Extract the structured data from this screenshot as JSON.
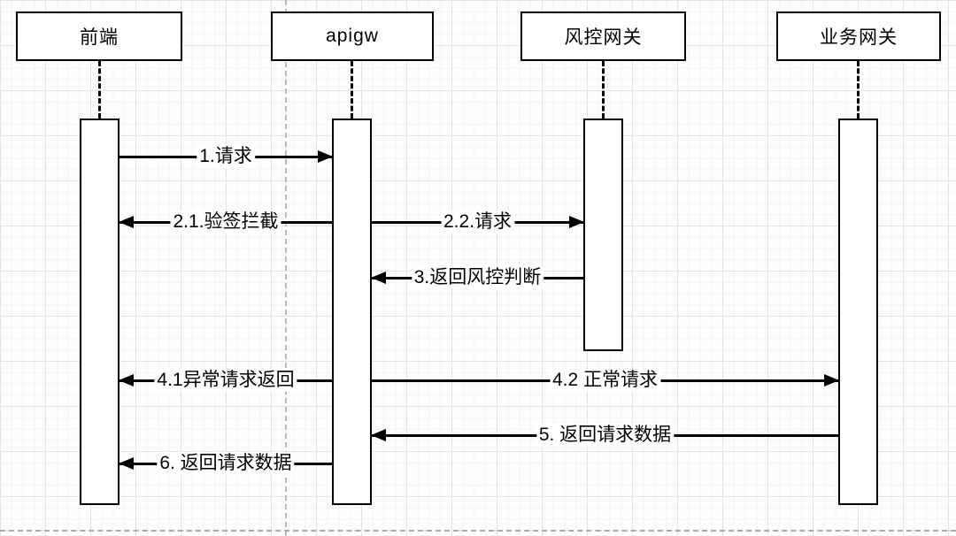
{
  "diagram": {
    "type": "sequence-diagram",
    "participants": [
      {
        "id": "frontend",
        "label": "前端"
      },
      {
        "id": "apigw",
        "label": "apigw"
      },
      {
        "id": "risk-gateway",
        "label": "风控网关"
      },
      {
        "id": "business-gateway",
        "label": "业务网关"
      }
    ],
    "messages": [
      {
        "seq": "1",
        "label": "1.请求",
        "from": "前端",
        "to": "apigw",
        "direction": "right"
      },
      {
        "seq": "2.1",
        "label": "2.1.验签拦截",
        "from": "apigw",
        "to": "前端",
        "direction": "left"
      },
      {
        "seq": "2.2",
        "label": "2.2.请求",
        "from": "apigw",
        "to": "风控网关",
        "direction": "right"
      },
      {
        "seq": "3",
        "label": "3.返回风控判断",
        "from": "风控网关",
        "to": "apigw",
        "direction": "left"
      },
      {
        "seq": "4.1",
        "label": "4.1异常请求返回",
        "from": "apigw",
        "to": "前端",
        "direction": "left"
      },
      {
        "seq": "4.2",
        "label": "4.2 正常请求",
        "from": "apigw",
        "to": "业务网关",
        "direction": "right"
      },
      {
        "seq": "5",
        "label": "5. 返回请求数据",
        "from": "业务网关",
        "to": "apigw",
        "direction": "left"
      },
      {
        "seq": "6",
        "label": "6. 返回请求数据",
        "from": "apigw",
        "to": "前端",
        "direction": "left"
      }
    ],
    "colors": {
      "shape_fill": "#ffffff",
      "shape_stroke": "#000000",
      "grid_minor": "#f3f3f5",
      "grid_major": "#e3e3e7",
      "page_border": "#b9b9bd"
    }
  }
}
